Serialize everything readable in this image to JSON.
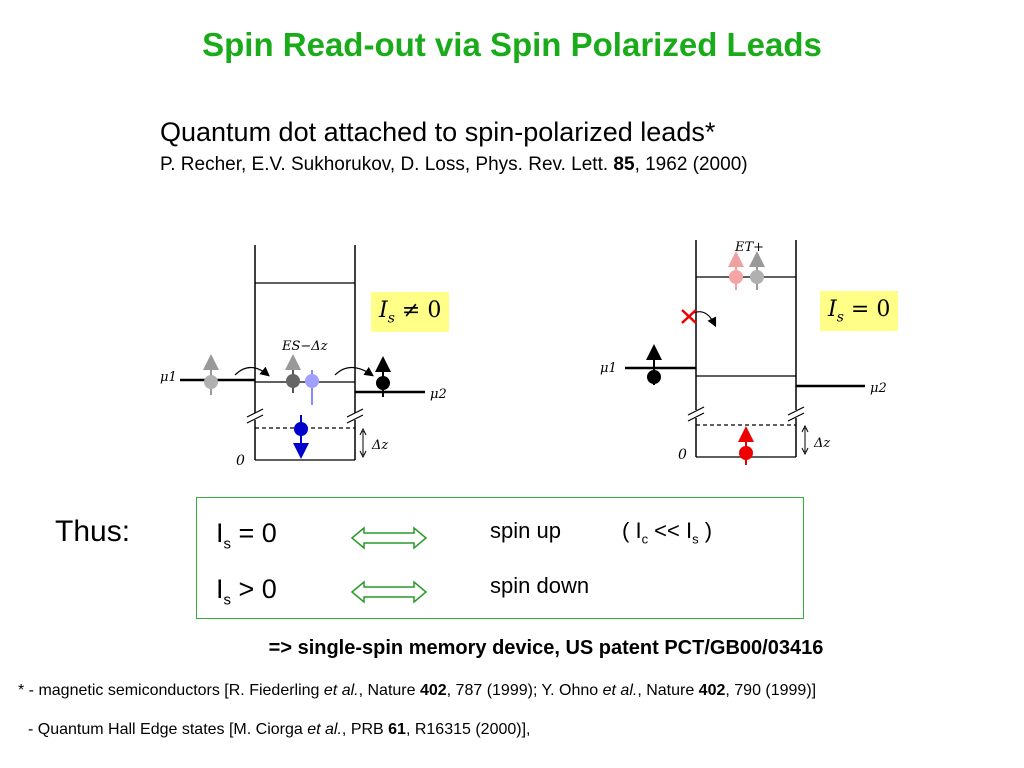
{
  "title": "Spin Read-out via Spin Polarized Leads",
  "subtitle": "Quantum dot attached to spin-polarized leads*",
  "citation": {
    "authors": "P. Recher, E.V. Sukhorukov, D. Loss, Phys. Rev. Lett. ",
    "volume": "85",
    "rest": ", 1962 (2000)"
  },
  "left_diagram": {
    "result_var": "I",
    "result_sub": "s",
    "result_rel": "≠ 0",
    "mu1": "μ1",
    "mu2": "μ2",
    "level_label": "ES−Δz",
    "delta_label": "Δz",
    "zero": "0"
  },
  "right_diagram": {
    "result_var": "I",
    "result_sub": "s",
    "result_rel": "= 0",
    "mu1": "μ1",
    "mu2": "μ2",
    "level_label": "ET+",
    "delta_label": "Δz",
    "zero": "0"
  },
  "thus_label": "Thus:",
  "relations": [
    {
      "var": "I",
      "sub": "s",
      "rel": "= 0",
      "meaning": "spin up"
    },
    {
      "var": "I",
      "sub": "s",
      "rel": "> 0",
      "meaning": "spin down"
    }
  ],
  "condition": {
    "open": "( I",
    "sub1": "c",
    "mid": " << I",
    "sub2": "s",
    "close": " )"
  },
  "conclusion": "=> single-spin memory device, US patent PCT/GB00/03416",
  "footnote1": {
    "p1": "* - magnetic semiconductors  [R. Fiederling ",
    "etal1": "et al.",
    "p2": ", Nature ",
    "v1": "402",
    "p3": ", 787 (1999); Y. Ohno ",
    "etal2": "et al.",
    "p4": ", Nature ",
    "v2": "402",
    "p5": ", 790 (1999)]"
  },
  "footnote2": {
    "p1": " - Quantum Hall Edge states [M. Ciorga ",
    "etal": "et al.",
    "p2": ", PRB ",
    "v": "61",
    "p3": ", R16315 (2000)],"
  },
  "colors": {
    "title": "#1aab1a",
    "box": "#38b038",
    "highlight": "#ffff88",
    "spin_down": "#0000cc",
    "spin_up": "#ee0000"
  }
}
